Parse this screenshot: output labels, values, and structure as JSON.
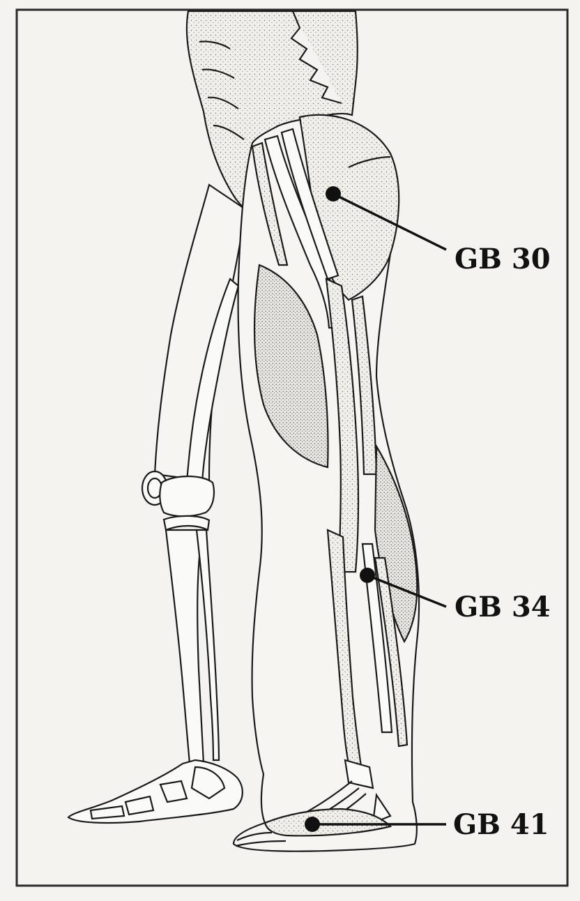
{
  "points": [
    {
      "id": "gb30",
      "label": "GB 30"
    },
    {
      "id": "gb34",
      "label": "GB 34"
    },
    {
      "id": "gb41",
      "label": "GB 41"
    }
  ],
  "colors": {
    "paper": "#f4f3f0",
    "ink": "#1a1a1a",
    "muscle_fill": "#e2e0da"
  }
}
